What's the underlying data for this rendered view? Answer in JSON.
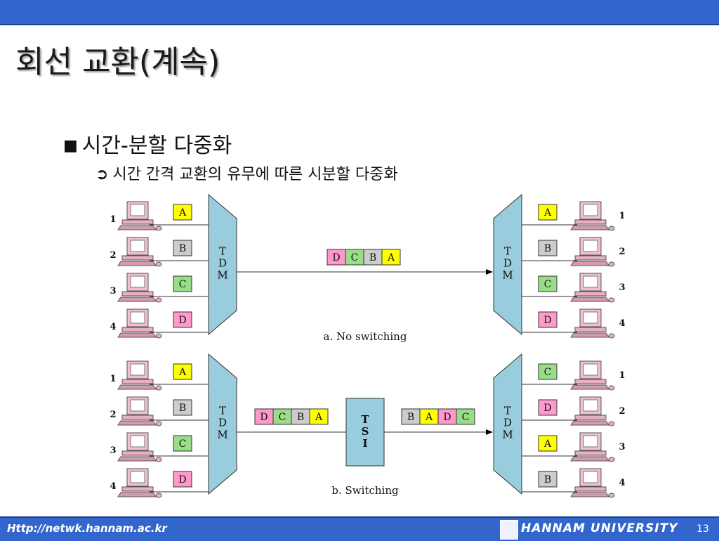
{
  "slide": {
    "title": "회선 교환(계속)",
    "bullet": "시간-분할 다중화",
    "bullet_marker": "■",
    "subbullet": "시간 간격 교환의 유무에 따른 시분할 다중화",
    "subbullet_marker": "➲"
  },
  "diagram": {
    "a": {
      "caption": "a. No switching",
      "station_numbers": [
        "1",
        "2",
        "3",
        "4"
      ],
      "input_slots": [
        "A",
        "B",
        "C",
        "D"
      ],
      "frame": [
        "D",
        "C",
        "B",
        "A"
      ],
      "output_slots": [
        "A",
        "B",
        "C",
        "D"
      ],
      "output_numbers": [
        "1",
        "2",
        "3",
        "4"
      ],
      "tdm_label": [
        "T",
        "D",
        "M"
      ]
    },
    "b": {
      "caption": "b. Switching",
      "station_numbers": [
        "1",
        "2",
        "3",
        "4"
      ],
      "input_slots": [
        "A",
        "B",
        "C",
        "D"
      ],
      "frame_in": [
        "D",
        "C",
        "B",
        "A"
      ],
      "tsi_label": [
        "T",
        "S",
        "I"
      ],
      "frame_out": [
        "B",
        "A",
        "D",
        "C"
      ],
      "output_slots": [
        "C",
        "D",
        "A",
        "B"
      ],
      "output_numbers": [
        "1",
        "2",
        "3",
        "4"
      ],
      "tdm_label": [
        "T",
        "D",
        "M"
      ]
    },
    "slot_colors": {
      "A": "#ffff00",
      "B": "#cccccc",
      "C": "#99dd88",
      "D": "#ff99cc"
    },
    "tdm_color": "#99ccdd"
  },
  "footer": {
    "url": "Http://netwk.hannam.ac.kr",
    "university": "HANNAM UNIVERSITY",
    "page": "13"
  }
}
